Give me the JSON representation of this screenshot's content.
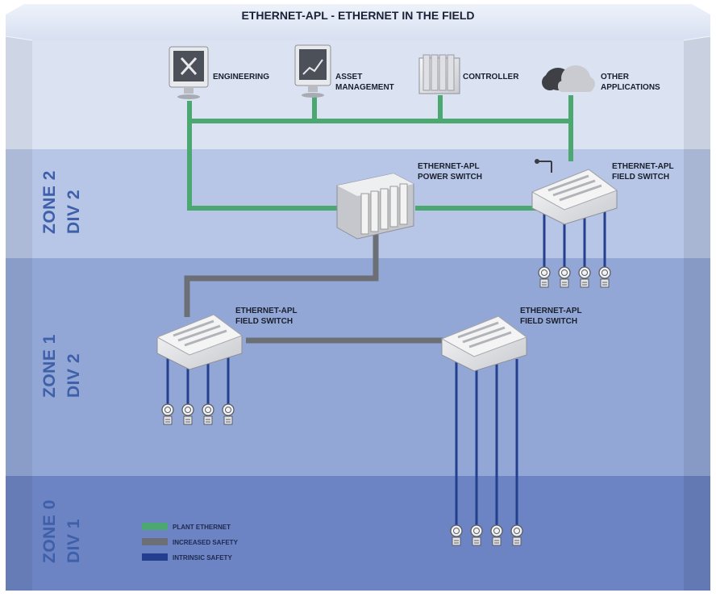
{
  "title": "ETHERNET-APL - ETHERNET IN THE FIELD",
  "zones": [
    {
      "zone": "ZONE 2",
      "div": "DIV 2"
    },
    {
      "zone": "ZONE 1",
      "div": "DIV 2"
    },
    {
      "zone": "ZONE 0",
      "div": "DIV 1"
    }
  ],
  "top_devices": [
    {
      "label": [
        "ENGINEERING"
      ],
      "icon": "engineering-monitor-icon"
    },
    {
      "label": [
        "ASSET",
        "MANAGEMENT"
      ],
      "icon": "asset-management-monitor-icon"
    },
    {
      "label": [
        "CONTROLLER"
      ],
      "icon": "controller-rack-icon"
    },
    {
      "label": [
        "OTHER",
        "APPLICATIONS"
      ],
      "icon": "cloud-icon"
    }
  ],
  "power_switch": {
    "label": [
      "ETHERNET-APL",
      "POWER SWITCH"
    ]
  },
  "field_switches": [
    {
      "label": [
        "ETHERNET-APL",
        "FIELD SWITCH"
      ]
    },
    {
      "label": [
        "ETHERNET-APL",
        "FIELD SWITCH"
      ]
    },
    {
      "label": [
        "ETHERNET-APL",
        "FIELD SWITCH"
      ]
    }
  ],
  "legend": [
    {
      "label": "PLANT ETHERNET",
      "color": "#4aa870"
    },
    {
      "label": "INCREASED SAFETY",
      "color": "#6d6f76"
    },
    {
      "label": "INTRINSIC SAFETY",
      "color": "#243f8e"
    }
  ],
  "colors": {
    "plant_ethernet": "#4aa870",
    "increased_safety": "#6d6f76",
    "intrinsic_safety": "#243f8e"
  }
}
